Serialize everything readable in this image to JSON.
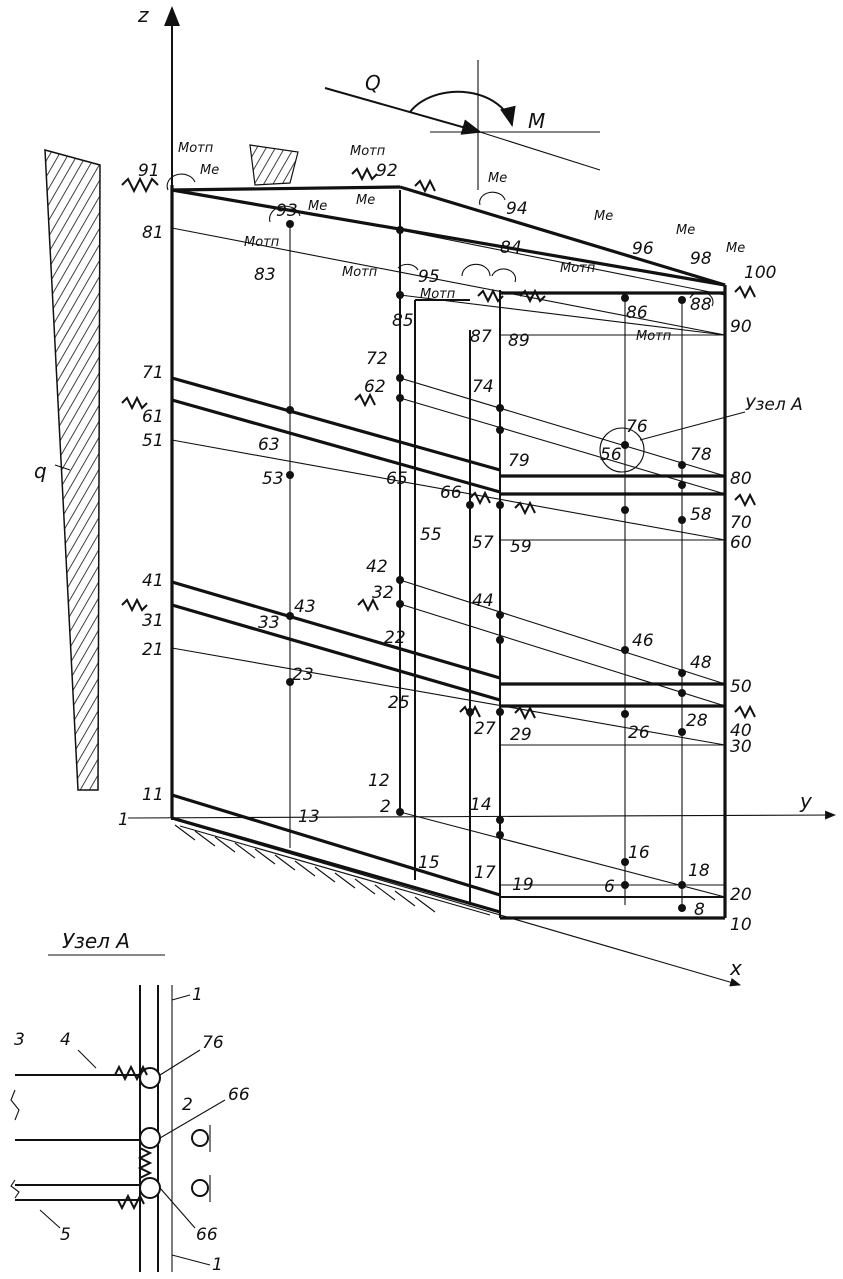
{
  "axes": {
    "z": "z",
    "y": "y",
    "x": "x"
  },
  "loads": {
    "Q": "Q",
    "M": "M",
    "q": "q"
  },
  "moments": {
    "Me": "Mе",
    "Motp": "Mотп"
  },
  "node_labels": [
    "1",
    "2",
    "6",
    "8",
    "10",
    "11",
    "12",
    "13",
    "14",
    "15",
    "16",
    "17",
    "18",
    "19",
    "20",
    "21",
    "22",
    "23",
    "25",
    "26",
    "27",
    "28",
    "29",
    "30",
    "31",
    "32",
    "33",
    "40",
    "41",
    "42",
    "43",
    "44",
    "46",
    "48",
    "50",
    "51",
    "53",
    "55",
    "56",
    "57",
    "58",
    "59",
    "60",
    "61",
    "62",
    "63",
    "65",
    "66",
    "70",
    "71",
    "72",
    "74",
    "76",
    "78",
    "79",
    "80",
    "81",
    "83",
    "84",
    "85",
    "86",
    "87",
    "88",
    "89",
    "90",
    "91",
    "92",
    "93",
    "94",
    "95",
    "96",
    "98",
    "100"
  ],
  "node_a": {
    "title": "Узел А",
    "callout": "Узел А",
    "parts": [
      "1",
      "2",
      "3",
      "4",
      "5",
      "1"
    ],
    "nodes": [
      "76",
      "66",
      "66"
    ]
  }
}
